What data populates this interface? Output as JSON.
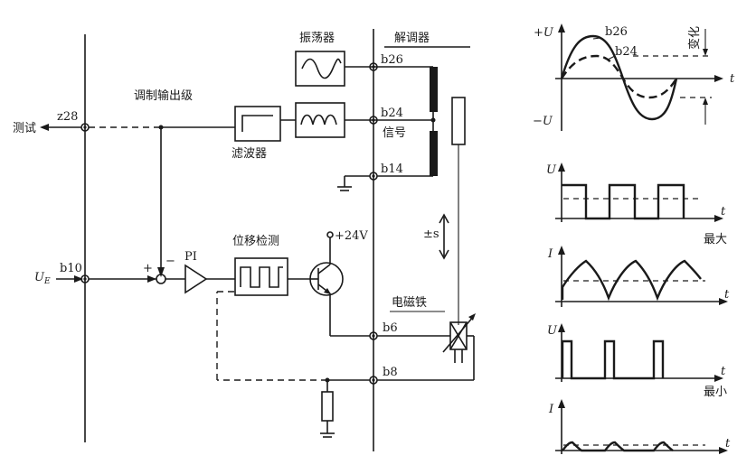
{
  "labels": {
    "oscillator": "振荡器",
    "demodulator": "解调器",
    "modulator_output_stage": "调制输出级",
    "test": "测试",
    "z28": "z28",
    "filter": "滤波器",
    "signal": "信号",
    "b26": "b26",
    "b24": "b24",
    "b14": "b14",
    "b10": "b10",
    "b6": "b6",
    "b8": "b8",
    "ue_main": "U",
    "ue_sub": "E",
    "plus": "+",
    "minus": "−",
    "pi": "PI",
    "displacement_detection": "位移检测",
    "supply": "+24V",
    "stroke": "±s",
    "electromagnet": "电磁铁"
  },
  "waveforms": {
    "plus_u": "+U",
    "minus_u": "−U",
    "b26": "b26",
    "b24": "b24",
    "change": "变化",
    "t": "t",
    "u": "U",
    "i": "I",
    "max": "最大",
    "min": "最小"
  }
}
